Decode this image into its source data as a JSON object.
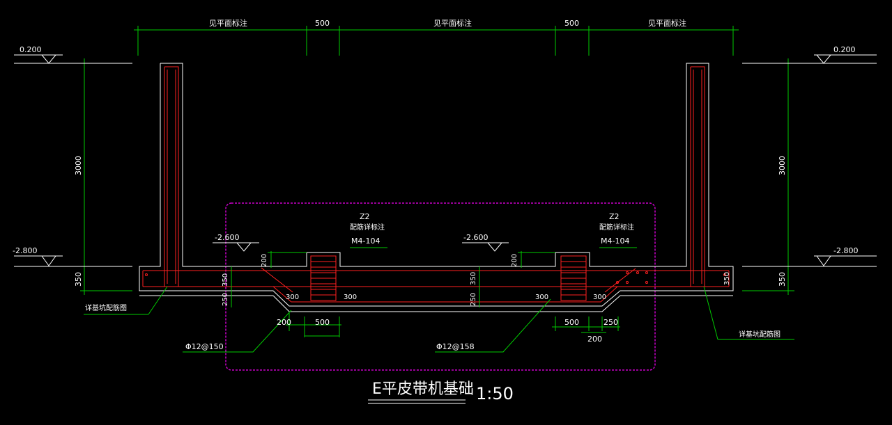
{
  "drawing": {
    "title": "E平皮带机基础",
    "scale": "1:50",
    "colors": {
      "background": "#000000",
      "dimension": "#00cc00",
      "outline": "#ffffff",
      "rebar": "#ff2020",
      "cloud": "#cc00cc"
    }
  },
  "top_dims": {
    "left_span": "见平面标注",
    "left_gap": "500",
    "center_span": "见平面标注",
    "right_gap": "500",
    "right_span": "见平面标注"
  },
  "levels": {
    "left_top": "0.200",
    "right_top": "0.200",
    "left_bottom": "-2.800",
    "right_bottom": "-2.800",
    "pier_left": "-2.600",
    "pier_right": "-2.600"
  },
  "side_dims": {
    "wall_height_left": "3000",
    "wall_height_right": "3000",
    "slab_left": "350",
    "slab_right": "350"
  },
  "piers": {
    "left": {
      "label": "Z2",
      "note": "配筋详标注",
      "ref": "M4-104"
    },
    "right": {
      "label": "Z2",
      "note": "配筋详标注",
      "ref": "M4-104"
    }
  },
  "detail_dims": {
    "pier_h_left": "200",
    "pier_h_right": "200",
    "slab_thk_left": "350",
    "slab_thk_mid": "350",
    "slab_thk_right": "350",
    "haunch_left": "250",
    "haunch_mid": "250",
    "w300_a": "300",
    "w300_b": "300",
    "w300_c": "300",
    "w300_d": "300",
    "w200_left": "200",
    "w500_left": "500",
    "w500_right": "500",
    "w250_right": "250",
    "w200_right": "200"
  },
  "notes": {
    "rebar_left": "Φ12@150",
    "rebar_right": "Φ12@158",
    "pit_left": "详基坑配筋图",
    "pit_right": "详基坑配筋图"
  }
}
